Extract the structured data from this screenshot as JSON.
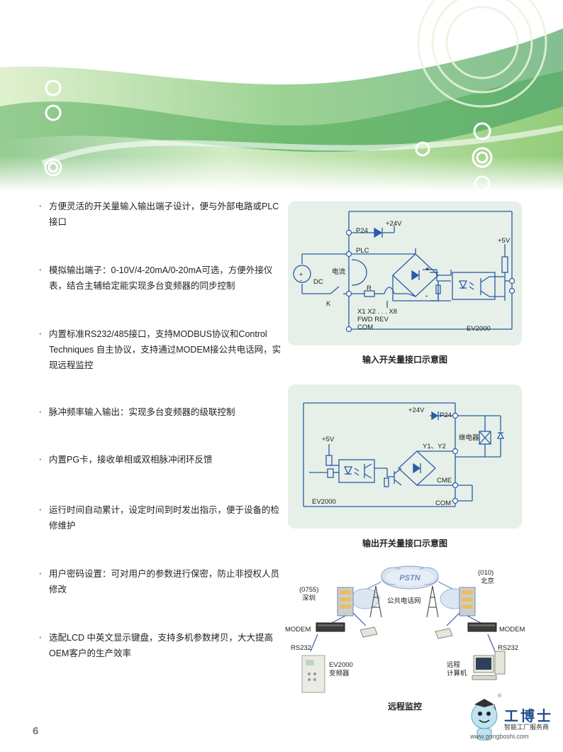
{
  "page_number": "6",
  "features": [
    "方便灵活的开关量输入输出端子设计，便与外部电路或PLC接口",
    "模拟输出端子：0-10V/4-20mA/0-20mA可选，方便外接仪表，结合主辅给定能实现多台变频器的同步控制",
    "内置标准RS232/485接口，支持MODBUS协议和Control Techniques 自主协议，支持通过MODEM接公共电话网，实现远程监控",
    "脉冲频率输入输出：实现多台变频器的级联控制",
    "内置PG卡，接收单相或双相脉冲闭环反馈",
    "运行时间自动累计，设定时间到时发出指示，便于设备的检修维护",
    "用户密码设置：可对用户的参数进行保密，防止非授权人员修改",
    "选配LCD 中英文显示键盘，支持多机参数拷贝，大大提高 OEM客户的生产效率"
  ],
  "input_diagram": {
    "caption": "输入开关量接口示意图",
    "labels": {
      "p24": "P24",
      "v24": "+24V",
      "v5": "+5V",
      "plc": "PLC",
      "dc": "DC",
      "current": "电流",
      "k": "K",
      "r": "R",
      "x_terms": "X1 X2 . . . X8",
      "fwd_rev": "FWD REV",
      "com": "COM",
      "model": "EV2000",
      "plus": "+",
      "minus": "-"
    }
  },
  "output_diagram": {
    "caption": "输出开关量接口示意图",
    "labels": {
      "v24": "+24V",
      "p24": "P24",
      "relay": "继电器",
      "v5": "+5V",
      "y_terms": "Y1、Y2",
      "cme": "CME",
      "com": "COM",
      "model": "EV2000"
    }
  },
  "remote": {
    "caption": "远程监控",
    "pstn": "PSTN",
    "network": "公共电话网",
    "left_code": "(0755)",
    "left_city": "深圳",
    "right_code": "(010)",
    "right_city": "北京",
    "modem_left": "MODEM",
    "modem_right": "MODEM",
    "rs232_left": "RS232",
    "rs232_right": "RS232",
    "inverter": "EV2000",
    "inverter_sub": "变频器",
    "computer_1": "远程",
    "computer_2": "计算机"
  },
  "logo": {
    "name": "工博士",
    "tagline": "智能工厂服务商",
    "url": "www.gongboshi.com",
    "registered": "®"
  }
}
